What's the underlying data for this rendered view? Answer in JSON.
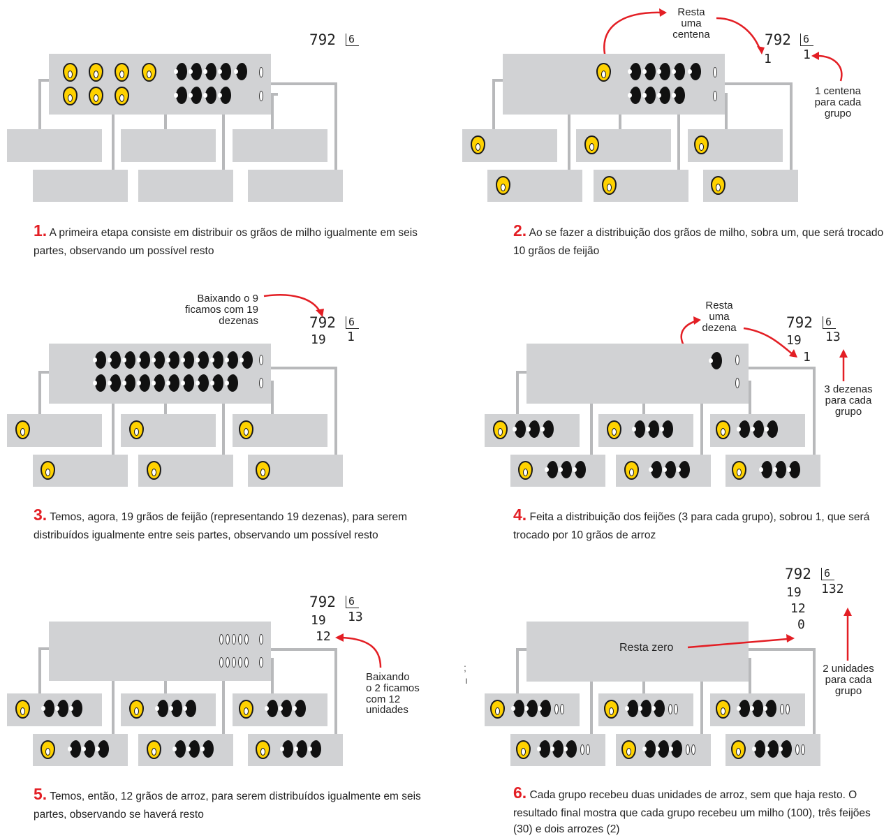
{
  "colors": {
    "accent": "#e31e24",
    "corn": "#ffd200",
    "bean": "#111111",
    "box": "#d1d2d4",
    "connector": "#b8b9bb"
  },
  "icons": [
    "corn-grain-icon",
    "bean-icon",
    "rice-grain-icon",
    "red-arrow-icon"
  ],
  "dividend": "792",
  "divisor": "6",
  "panels": [
    {
      "number": "1.",
      "caption": "A primeira etapa consiste em distribuir os grãos de milho igualmente em seis partes, observando um possível resto",
      "quotient": ""
    },
    {
      "number": "2.",
      "caption": "Ao se fazer a distribuição dos grãos de milho, sobra um, que será trocado por 10 grãos de feijão",
      "quotient": "1",
      "remainder": "1",
      "note_top": "Resta\numa\ncentena",
      "note_side": "1 centena\npara cada\ngrupo"
    },
    {
      "number": "3.",
      "caption": "Temos, agora, 19 grãos de feijão (representando 19 dezenas), para serem distribuídos igualmente entre seis partes, observando um possível resto",
      "quotient": "1",
      "line2": "19",
      "note_top": "Baixando o 9\nficamos com 19\ndezenas"
    },
    {
      "number": "4.",
      "caption": "Feita a distribuição dos feijões (3 para cada grupo), sobrou 1, que será trocado por 10 grãos de arroz",
      "quotient": "13",
      "line2": "19",
      "remainder": "1",
      "note_top": "Resta\numa\ndezena",
      "note_side": "3 dezenas\npara cada\ngrupo"
    },
    {
      "number": "5.",
      "caption": "Temos, então, 12 grãos de arroz, para serem distribuídos igualmente em seis partes, observando se haverá resto",
      "quotient": "13",
      "line2": "19",
      "line3": "12",
      "note_side": "Baixando\no 2 ficamos\ncom 12\nunidades"
    },
    {
      "number": "6.",
      "caption": "Cada grupo recebeu duas unidades de arroz, sem que haja resto. O resultado final mostra que cada grupo recebeu um milho (100), três feijões (30) e dois arrozes (2)",
      "quotient": "132",
      "line2": "19",
      "line3": "12",
      "remainder": "0",
      "note_inside": "Resta zero",
      "note_side": "2 unidades\npara cada\ngrupo"
    }
  ]
}
